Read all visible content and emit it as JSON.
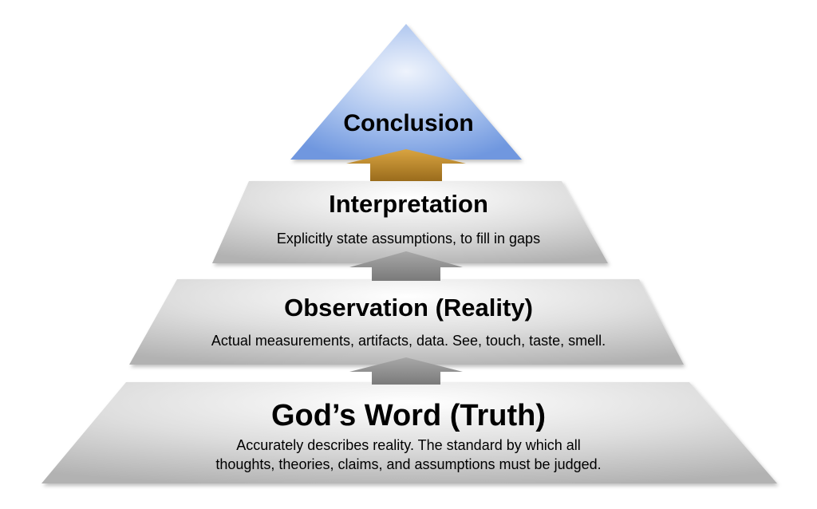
{
  "levels": {
    "conclusion": {
      "title": "Conclusion"
    },
    "interpretation": {
      "title": "Interpretation",
      "description": "Explicitly state assumptions, to fill in gaps"
    },
    "observation": {
      "title": "Observation (Reality)",
      "description": "Actual measurements, artifacts, data. See, touch, taste, smell."
    },
    "foundation": {
      "title": "God’s Word (Truth)",
      "description_lines": [
        "Accurately describes reality. The standard by which all",
        "thoughts, theories, claims, and assumptions must be judged."
      ]
    }
  },
  "colors": {
    "apex_fill": "#7fa3e4",
    "tier_fill": "#c8c8c8",
    "gold_arrow": "#b8862a",
    "gray_arrow": "#8c8c8c"
  }
}
